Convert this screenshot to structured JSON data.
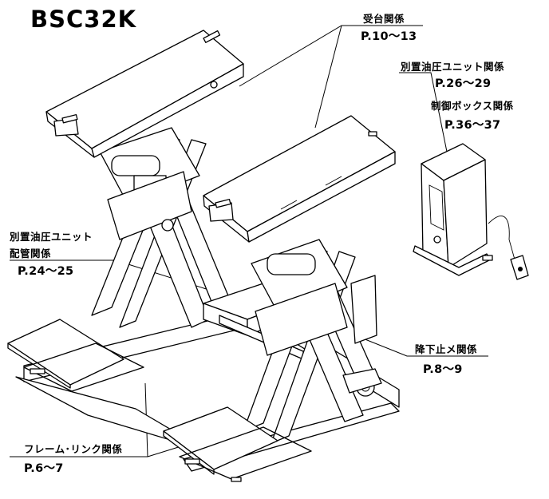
{
  "title": "BSC32K",
  "callouts": {
    "receiver": {
      "label": "受台関係",
      "pages": "P.10～13"
    },
    "hydraulic_unit": {
      "label": "別置油圧ユニット関係",
      "pages": "P.26～29"
    },
    "control_box": {
      "label": "制御ボックス関係",
      "pages": "P.36～37"
    },
    "piping": {
      "label_line1": "別置油圧ユニット",
      "label_line2": "配管関係",
      "pages": "P.24～25"
    },
    "lowering_stop": {
      "label": "降下止メ関係",
      "pages": "P.8～9"
    },
    "frame_link": {
      "label": "フレーム･リンク関係",
      "pages": "P.6～7"
    }
  }
}
